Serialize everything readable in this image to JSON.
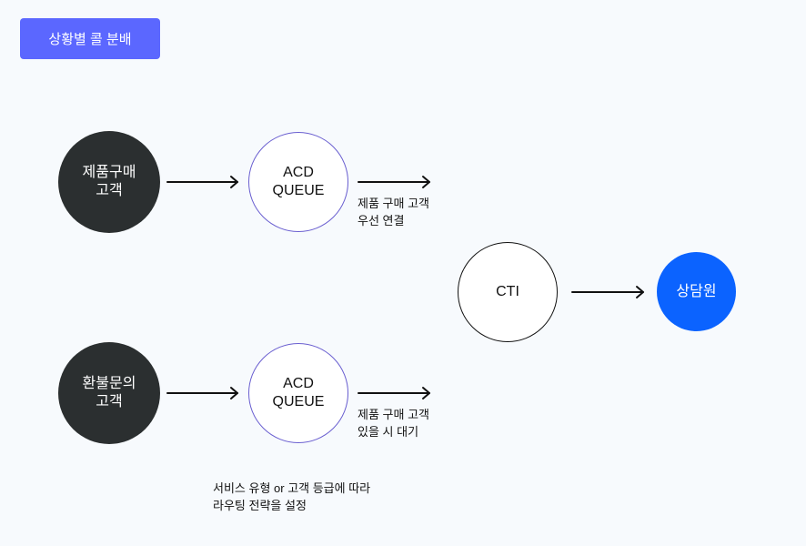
{
  "title": "상황별 콜 분배",
  "nodes": {
    "customer_purchase": "제품구매\n고객",
    "customer_refund": "환불문의\n고객",
    "queue_top": "ACD\nQUEUE",
    "queue_bottom": "ACD\nQUEUE",
    "cti": "CTI",
    "agent": "상담원"
  },
  "captions": {
    "top": "제품 구매 고객\n우선 연결",
    "bottom": "제품 구매 고객\n있을 시 대기"
  },
  "note": "서비스 유형 or 고객 등급에 따라\n라우팅 전략을 설정",
  "colors": {
    "chip": "#5b67ff",
    "dark_node": "#2b2f30",
    "queue_border": "#6a5fd0",
    "agent": "#0b63ff",
    "background": "#f7fafd"
  }
}
